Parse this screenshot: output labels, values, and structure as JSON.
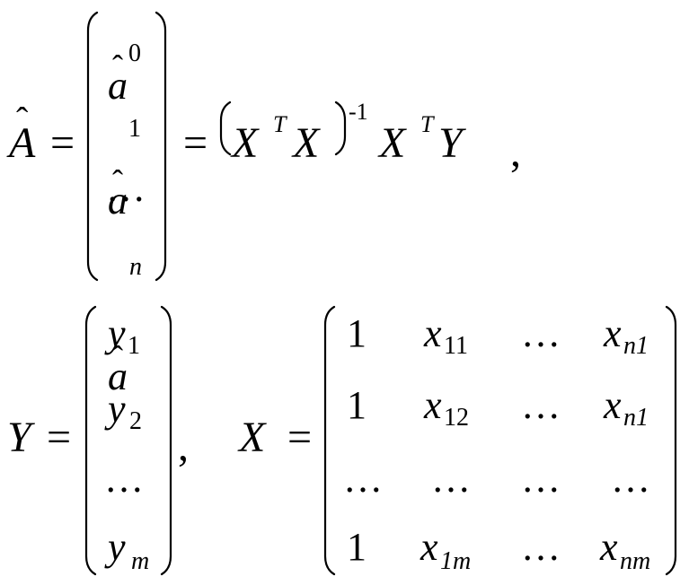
{
  "eq1": {
    "lhs_var": "A",
    "equals": "=",
    "vector": [
      {
        "base": "a",
        "sub": "0"
      },
      {
        "base": "a",
        "sub": "1"
      },
      {
        "base": "…",
        "sub": ""
      },
      {
        "base": "a",
        "sub": "n"
      }
    ],
    "equals2": "=",
    "rhs": {
      "X1": "X",
      "sup_T1": "T",
      "X2": "X",
      "sup_inv": "-1",
      "X3": "X",
      "sup_T2": "T",
      "Y": "Y"
    },
    "comma": ","
  },
  "eq2": {
    "lhs_var": "Y",
    "equals": "=",
    "vector": [
      {
        "base": "y",
        "sub": "1"
      },
      {
        "base": "y",
        "sub": "2"
      },
      {
        "base": "…",
        "sub": ""
      },
      {
        "base": "y",
        "sub": "m"
      }
    ],
    "comma": ","
  },
  "eq3": {
    "lhs_var": "X",
    "equals": "=",
    "matrix": [
      [
        {
          "base": "1",
          "sub": ""
        },
        {
          "base": "x",
          "sub": "11"
        },
        {
          "base": "…",
          "sub": ""
        },
        {
          "base": "x",
          "sub": "n1"
        }
      ],
      [
        {
          "base": "1",
          "sub": ""
        },
        {
          "base": "x",
          "sub": "12"
        },
        {
          "base": "…",
          "sub": ""
        },
        {
          "base": "x",
          "sub": "n1"
        }
      ],
      [
        {
          "base": "…",
          "sub": ""
        },
        {
          "base": "…",
          "sub": ""
        },
        {
          "base": "…",
          "sub": ""
        },
        {
          "base": "…",
          "sub": ""
        }
      ],
      [
        {
          "base": "1",
          "sub": ""
        },
        {
          "base": "x",
          "sub": "1m"
        },
        {
          "base": "…",
          "sub": ""
        },
        {
          "base": "x",
          "sub": "nm"
        }
      ]
    ]
  }
}
